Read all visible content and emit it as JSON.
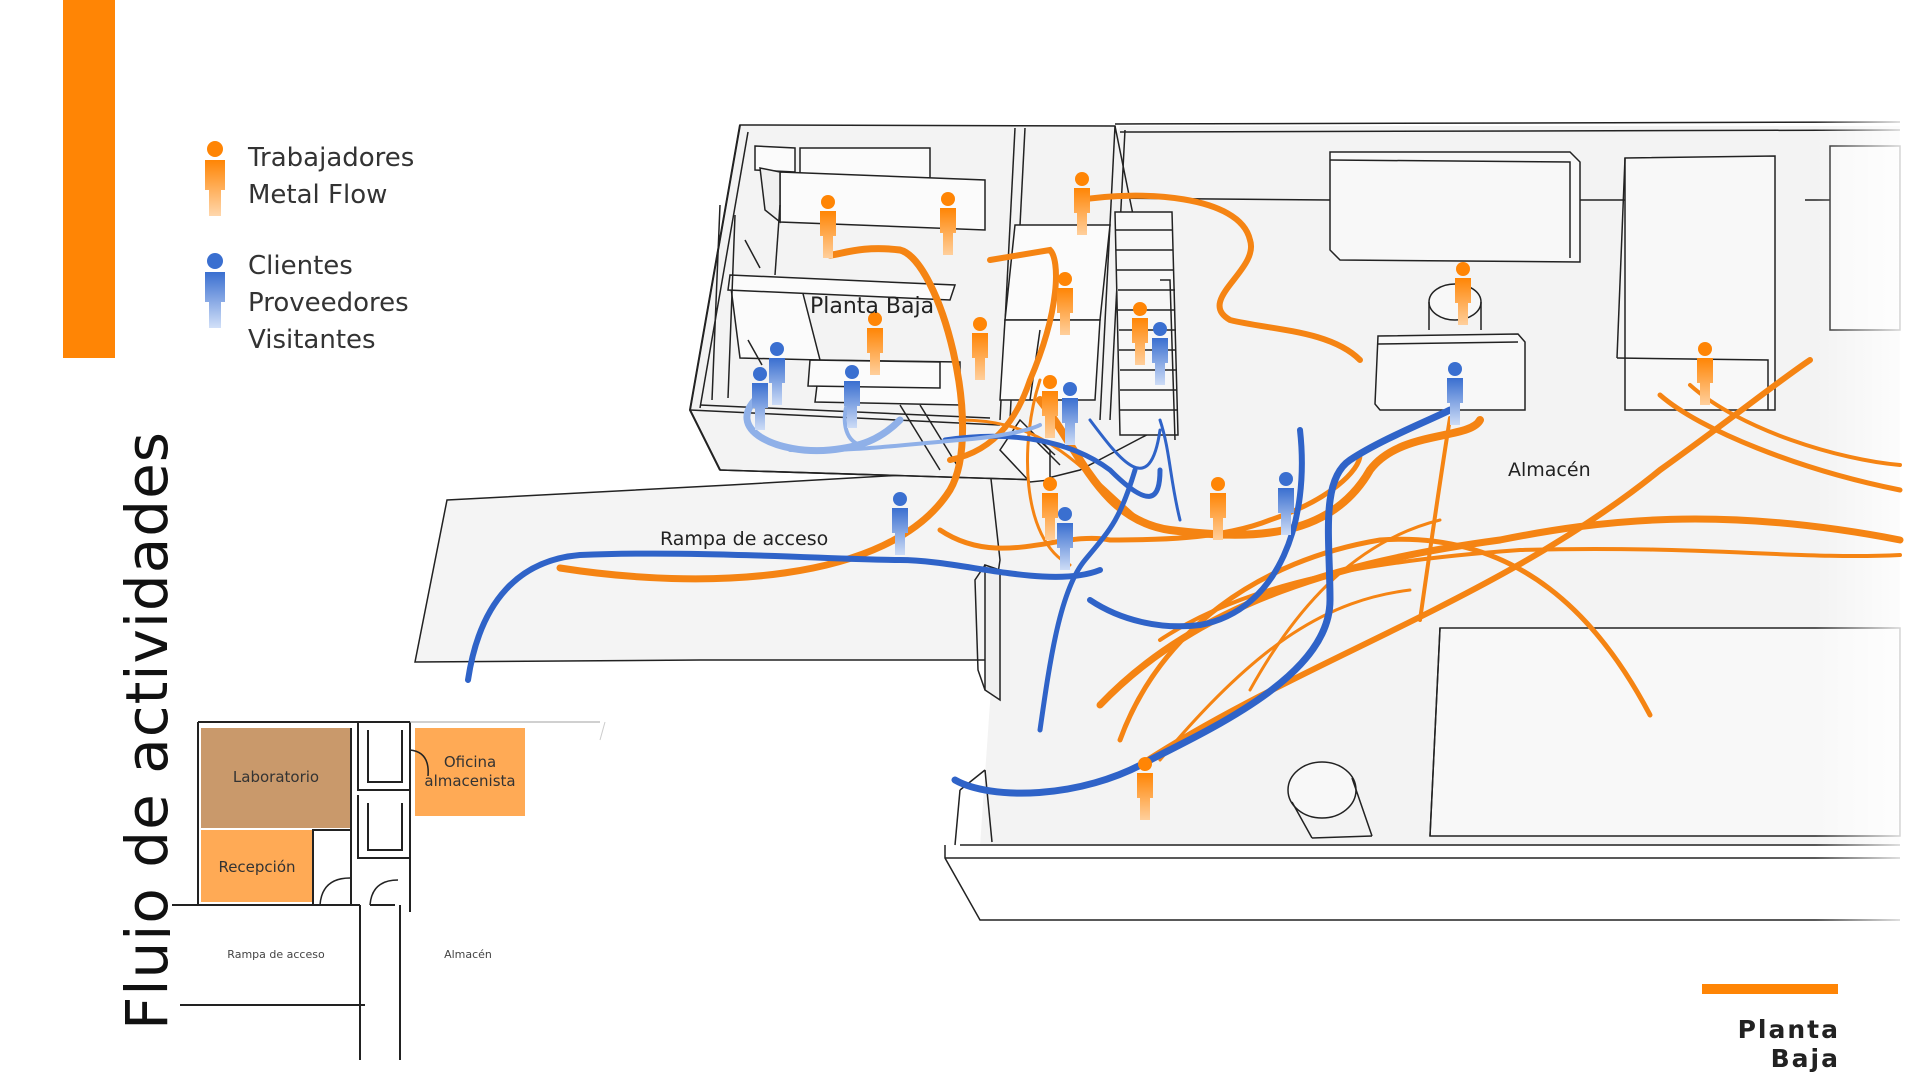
{
  "title": "Flujo de actividades",
  "legend": {
    "workers": {
      "lines": [
        "Trabajadores",
        "Metal Flow"
      ],
      "icon": "person-icon",
      "color": "#ff8505"
    },
    "visitors": {
      "lines": [
        "Clientes",
        "Proveedores",
        "Visitantes"
      ],
      "icon": "person-icon",
      "color": "#3a6fd0"
    }
  },
  "map_labels": {
    "ground_floor": "Planta Baja",
    "ramp": "Rampa de acceso",
    "warehouse": "Almacén"
  },
  "floorplan": {
    "lab": "Laboratorio",
    "office_line1": "Oficina",
    "office_line2": "almacenista",
    "reception": "Recepción",
    "ramp": "Rampa de acceso",
    "warehouse": "Almacén"
  },
  "footer": {
    "label": "Planta Baja"
  },
  "colors": {
    "accent": "#ff8505",
    "flow_orange": "#f58413",
    "flow_blue": "#2f63c8",
    "lab_fill": "#c9996b",
    "room_fill": "#ffaa55"
  }
}
